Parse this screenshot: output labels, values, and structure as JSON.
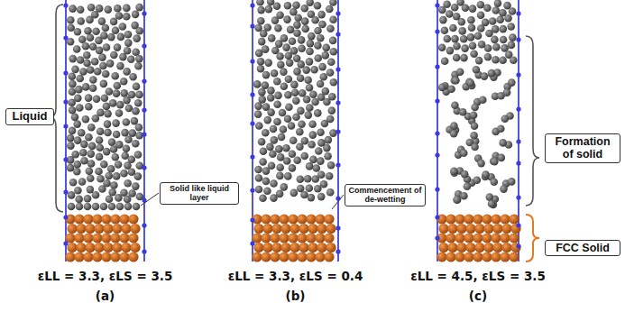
{
  "diagram": {
    "nodes": [
      {
        "text": [
          "Liquid"
        ]
      },
      {
        "text": [
          "Solid like liquid layer"
        ]
      },
      {
        "text": [
          "Commencement of de-wetting"
        ]
      },
      {
        "text": [
          "Formation of solid"
        ]
      },
      {
        "text": [
          "FCC Solid"
        ]
      }
    ],
    "labels": [
      "εLL = 3.3, εLS = 3.5",
      "(a)",
      "εLL = 3.3, εLS = 0.4",
      "(b)",
      "εLL = 4.5, εLS = 3.5",
      "(c)"
    ]
  }
}
